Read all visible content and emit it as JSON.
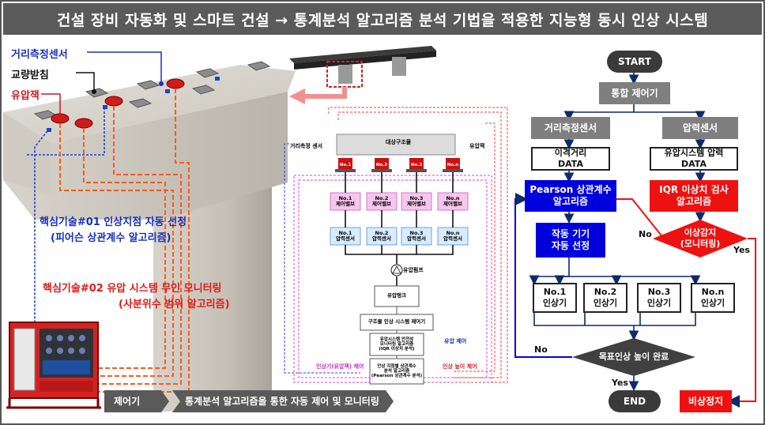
{
  "title": "건설 장비 자동화 및 스마트 건설 → 통계분석 알고리즘 분석 기법을 적용한 지능형 동시 인상 시스템",
  "left": {
    "label_sensor": "거리측정센서",
    "label_bearing": "교량받침",
    "label_jack": "유압잭",
    "tech1_line1": "핵심기술#01 인상지점 자동 선정",
    "tech1_line2": "(피어슨 상관계수 알고리즘)",
    "tech2_line1": "핵심기술#02 유압 시스템 무인 모니터링",
    "tech2_line2": "(사분위수 범위 알고리즘)",
    "controller_tag": "제어기",
    "controller_desc": "통계분석 알고리즘을 통한 자동 제어 및 모니터링"
  },
  "middle": {
    "sensor_label": "거리측정 센서",
    "struct_label": "대상구조물",
    "jack_label": "유압잭",
    "jacks": [
      "No.1",
      "No.2",
      "No.3",
      "No.n"
    ],
    "valves": [
      "No.1\n제어밸브",
      "No.2\n제어밸브",
      "No.3\n제어밸브",
      "No.n\n제어밸브"
    ],
    "psensors": [
      "No.1\n압력센서",
      "No.2\n압력센서",
      "No.3\n압력센서",
      "No.n\n압력센서"
    ],
    "pump": "유압펌프",
    "tank": "유압탱크",
    "ctrl_system": "구조물 인상 시스템 제어기",
    "safety": "유압시스템 안전성\n모니터링 알고리즘\n(IQR 이상치 분석)",
    "auto_select": "인상 지점별 상관계수\n분석 알고리즘\n(Pearson 상관계수 분석)",
    "pressure_ctrl": "유압 제어",
    "jack_ctrl": "인상기(유압잭) 제어",
    "height_ctrl": "인상 높이 제어"
  },
  "flow": {
    "start": "START",
    "integrated": "통합 제어기",
    "dist_sensor": "거리측정센서",
    "press_sensor": "압력센서",
    "dist_data": "이격거리\nDATA",
    "press_data": "유압시스템 압력\nDATA",
    "pearson": "Pearson 상관계수\n알고리즘",
    "iqr": "IQR 이상치 검사\n알고리즘",
    "auto_select": "작동 기기\n자동 선정",
    "anomaly": "이상감지\n(모니터링)",
    "no1": "No",
    "yes1": "Yes",
    "lifters": [
      "No.1\n인상기",
      "No.2\n인상기",
      "No.3\n인상기",
      "No.n\n인상기"
    ],
    "target": "목표인상 높이 완료",
    "no2": "No",
    "yes2": "Yes",
    "end": "END",
    "emergency": "비상정지"
  }
}
